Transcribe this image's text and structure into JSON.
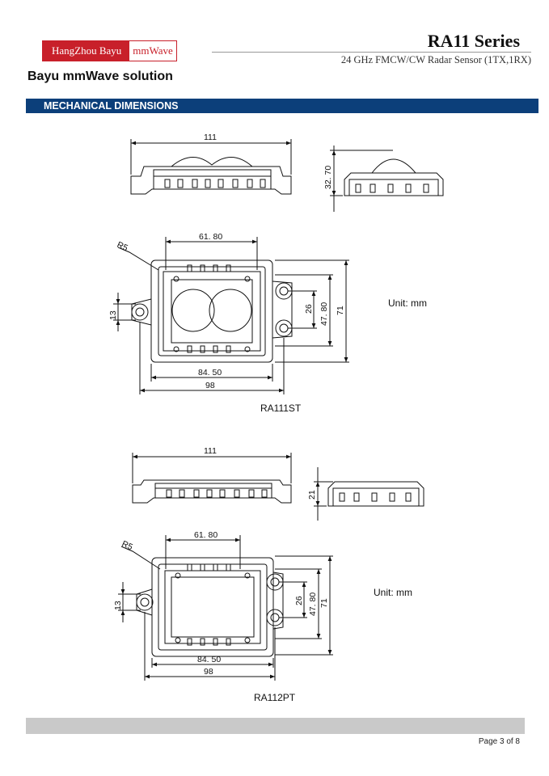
{
  "header": {
    "logo_left": "HangZhou Bayu",
    "logo_right": "mmWave",
    "series": "RA11 Series",
    "subtitle": "24 GHz FMCW/CW Radar Sensor (1TX,1RX)",
    "tagline": "Bayu mmWave solution"
  },
  "section": {
    "title": "MECHANICAL DIMENSIONS"
  },
  "drawings": [
    {
      "caption": "RA111ST",
      "unit": "Unit: mm",
      "dims": {
        "width_total": "111",
        "height_side": "32. 70",
        "inner_width": "61. 80",
        "radius": "R5",
        "mount_h": "13",
        "small_h": "26",
        "mid_h": "47. 80",
        "full_h": "71",
        "body_w": "84. 50",
        "full_w": "98"
      }
    },
    {
      "caption": "RA112PT",
      "unit": "Unit: mm",
      "dims": {
        "width_total": "111",
        "height_side": "21",
        "inner_width": "61. 80",
        "radius": "R5",
        "mount_h": "13",
        "small_h": "26",
        "mid_h": "47. 80",
        "full_h": "71",
        "body_w": "84. 50",
        "full_w": "98"
      }
    }
  ],
  "footer": {
    "page": "Page 3 of 8"
  }
}
